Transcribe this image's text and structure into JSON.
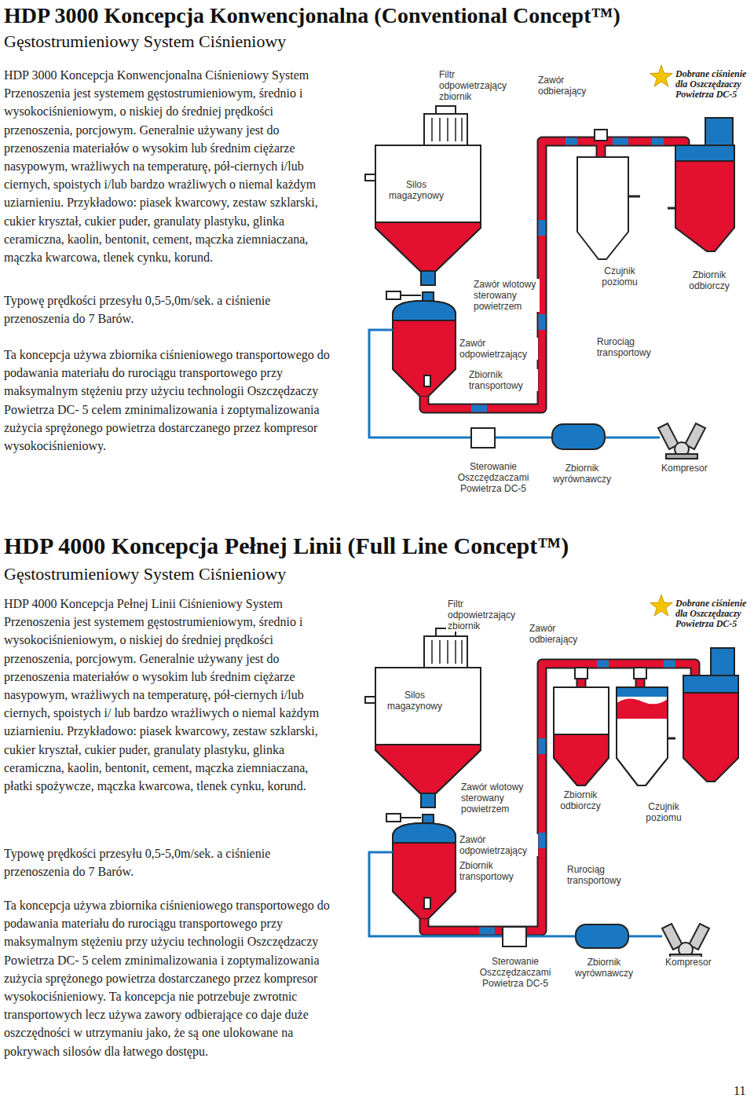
{
  "diagram": {
    "title": "HDP 3000 Koncepcja Konwencjonalna (Conventional Concept™)",
    "labels": [
      "Gęstostrumieniowy System Ciśnieniowy",
      "HDP 3000 Koncepcja Konwencjonalna Ciśnieniowy System Przenoszenia jest systemem gęstostrumieniowym, średnio i wysokociśnieniowym, o niskiej do średniej prędkości przenoszenia, porcjowym. Generalnie używany jest do przenoszenia materiałów o wysokim lub średnim ciężarze nasypowym, wrażliwych na temperaturę, pół-ciernych i/lub ciernych, spoistych i/lub bardzo wrażliwych o niemal każdym uziarnieniu. Przykładowo: piasek kwarcowy, zestaw szklarski, cukier kryształ, cukier puder, granulaty plastyku, glinka ceramiczna, kaolin, bentonit, cement, mączka ziemniaczana, mączka kwarcowa, tlenek cynku, korund.",
      "Typowę prędkości przesyłu 0,5-5,0m/sek. a ciśnienie przenoszenia do 7 Barów.",
      "Ta koncepcja używa zbiornika ciśnieniowego transportowego do podawania materiału do rurociągu transportowego przy maksymalnym stężeniu przy użyciu technologii Oszczędzaczy Powietrza DC- 5 celem zminimalizowania i zoptymalizowania zużycia sprężonego powietrza dostarczanego przez kompresor wysokociśnieniowy.",
      "Filtr odpowietrzający zbiornik",
      "Zawór odbierający",
      "Dobrane ciśnienie dla Oszczędzaczy Powietrza DC-5",
      "Silos magazynowy",
      "Czujnik poziomu",
      "Zbiornik odbiorczy",
      "Zawór wlotowy sterowany powietrzem",
      "Zawór odpowietrzający",
      "Zbiornik transportowy",
      "Rurociąg transportowy",
      "Sterowanie Oszczędzaczami Powietrza DC-5",
      "Zbiornik wyrównawczy",
      "Kompresor",
      "HDP 4000 Koncepcja Pełnej Linii (Full Line Concept™)",
      "Gęstostrumieniowy System Ciśnieniowy",
      "HDP 4000 Koncepcja Pełnej Linii Ciśnieniowy System Przenoszenia jest systemem gęstostrumieniowym, średnio i wysokociśnieniowym, o niskiej do średniej prędkości przenoszenia, porcjowym. Generalnie używany jest do przenoszenia materiałów o wysokim lub średnim ciężarze nasypowym, wrażliwych na temperaturę, pół-ciernych i/lub ciernych, spoistych i/ lub bardzo wrażliwych o niemal każdym uziarnieniu. Przykładowo: piasek kwarcowy, zestaw szklarski, cukier kryształ, cukier puder, granulaty plastyku, glinka ceramiczna, kaolin, bentonit, cement, mączka ziemniaczana, płatki spożywcze, mączka kwarcowa, tlenek cynku, korund.",
      "Typowę prędkości przesyłu 0,5-5,0m/sek. a ciśnienie przenoszenia do 7 Barów.",
      "Ta koncepcja używa zbiornika ciśnieniowego transportowego do podawania materiału do rurociągu transportowego przy maksymalnym stężeniu przy użyciu technologii Oszczędzaczy Powietrza DC- 5 celem zminimalizowania i zoptymalizowania zużycia sprężonego powietrza dostarczanego przez kompresor wysokociśnieniowy. Ta koncepcja nie potrzebuje zwrotnic transportowych lecz używa zawory odbierające co daje duże oszczędności w utrzymaniu jako, że są one ulokowane na pokrywach silosów dla łatwego dostępu.",
      "Filtr odpowietrzający zbiornik",
      "Zawór odbierający",
      "Dobrane ciśnienie dla Oszczędzaczy Powietrza DC-5",
      "Silos magazynowy",
      "Zawór wlotowy sterowany powietrzem",
      "Zbiornik odbiorczy",
      "Czujnik poziomu",
      "Zawór odpowietrzający",
      "Zbiornik transportowy",
      "Rurociąg transportowy",
      "Sterowanie Oszczędzaczami Powietrza DC-5",
      "Zbiornik wyrównawczy",
      "Kompresor",
      "11"
    ]
  }
}
